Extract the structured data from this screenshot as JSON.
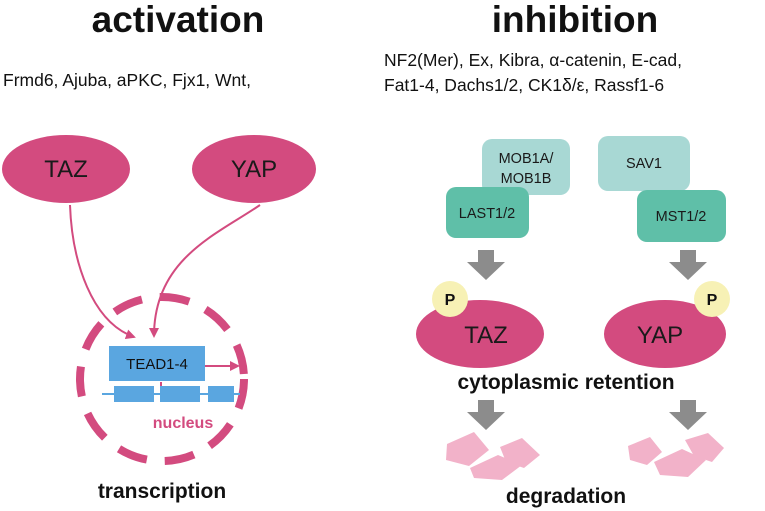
{
  "headings": {
    "activation": "activation",
    "inhibition": "inhibition"
  },
  "activators": "Frmd6, Ajuba, aPKC, Fjx1, Wnt,",
  "inhibitors": {
    "line1": "NF2(Mer), Ex, Kibra, α-catenin, E-cad,",
    "line2": "Fat1-4, Dachs1/2, CK1δ/ε, Rassf1-6"
  },
  "activation_panel": {
    "taz": "TAZ",
    "yap": "YAP",
    "tead": "TEAD1-4",
    "nucleus": "nucleus",
    "result": "transcription"
  },
  "inhibition_panel": {
    "mob": {
      "line1": "MOB1A/",
      "line2": "MOB1B"
    },
    "last": "LAST1/2",
    "sav": "SAV1",
    "mst": "MST1/2",
    "phospho": "P",
    "taz": "TAZ",
    "yap": "YAP",
    "retention": "cytoplasmic retention",
    "result": "degradation"
  },
  "colors": {
    "magenta": "#d34b7f",
    "tead_blue": "#5aa6e0",
    "mob_light_teal": "#a8d8d4",
    "last_teal": "#5fbfa8",
    "phospho_yellow": "#f7f1b5",
    "arrow_gray": "#8c8c8c",
    "fragment_pink": "#f2b2c9"
  }
}
